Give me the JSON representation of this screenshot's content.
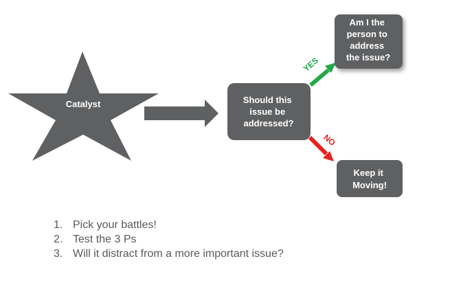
{
  "colors": {
    "shape_fill": "#5f6062",
    "yes_arrow": "#22a84a",
    "no_arrow": "#e6221f",
    "text_dark": "#595959"
  },
  "nodes": {
    "catalyst": "Catalyst",
    "question": [
      "Should this",
      "issue be",
      "addressed?"
    ],
    "person": [
      "Am I the",
      "person to",
      "address",
      "the issue?"
    ],
    "keep_moving": [
      "Keep it",
      "Moving!"
    ]
  },
  "arrows": {
    "yes_label": "YES",
    "no_label": "NO"
  },
  "steps": [
    {
      "number": "1.",
      "text": "Pick your battles!"
    },
    {
      "number": "2.",
      "text": "Test the 3 Ps"
    },
    {
      "number": "3.",
      "text": "Will it distract from a more important issue?"
    }
  ]
}
